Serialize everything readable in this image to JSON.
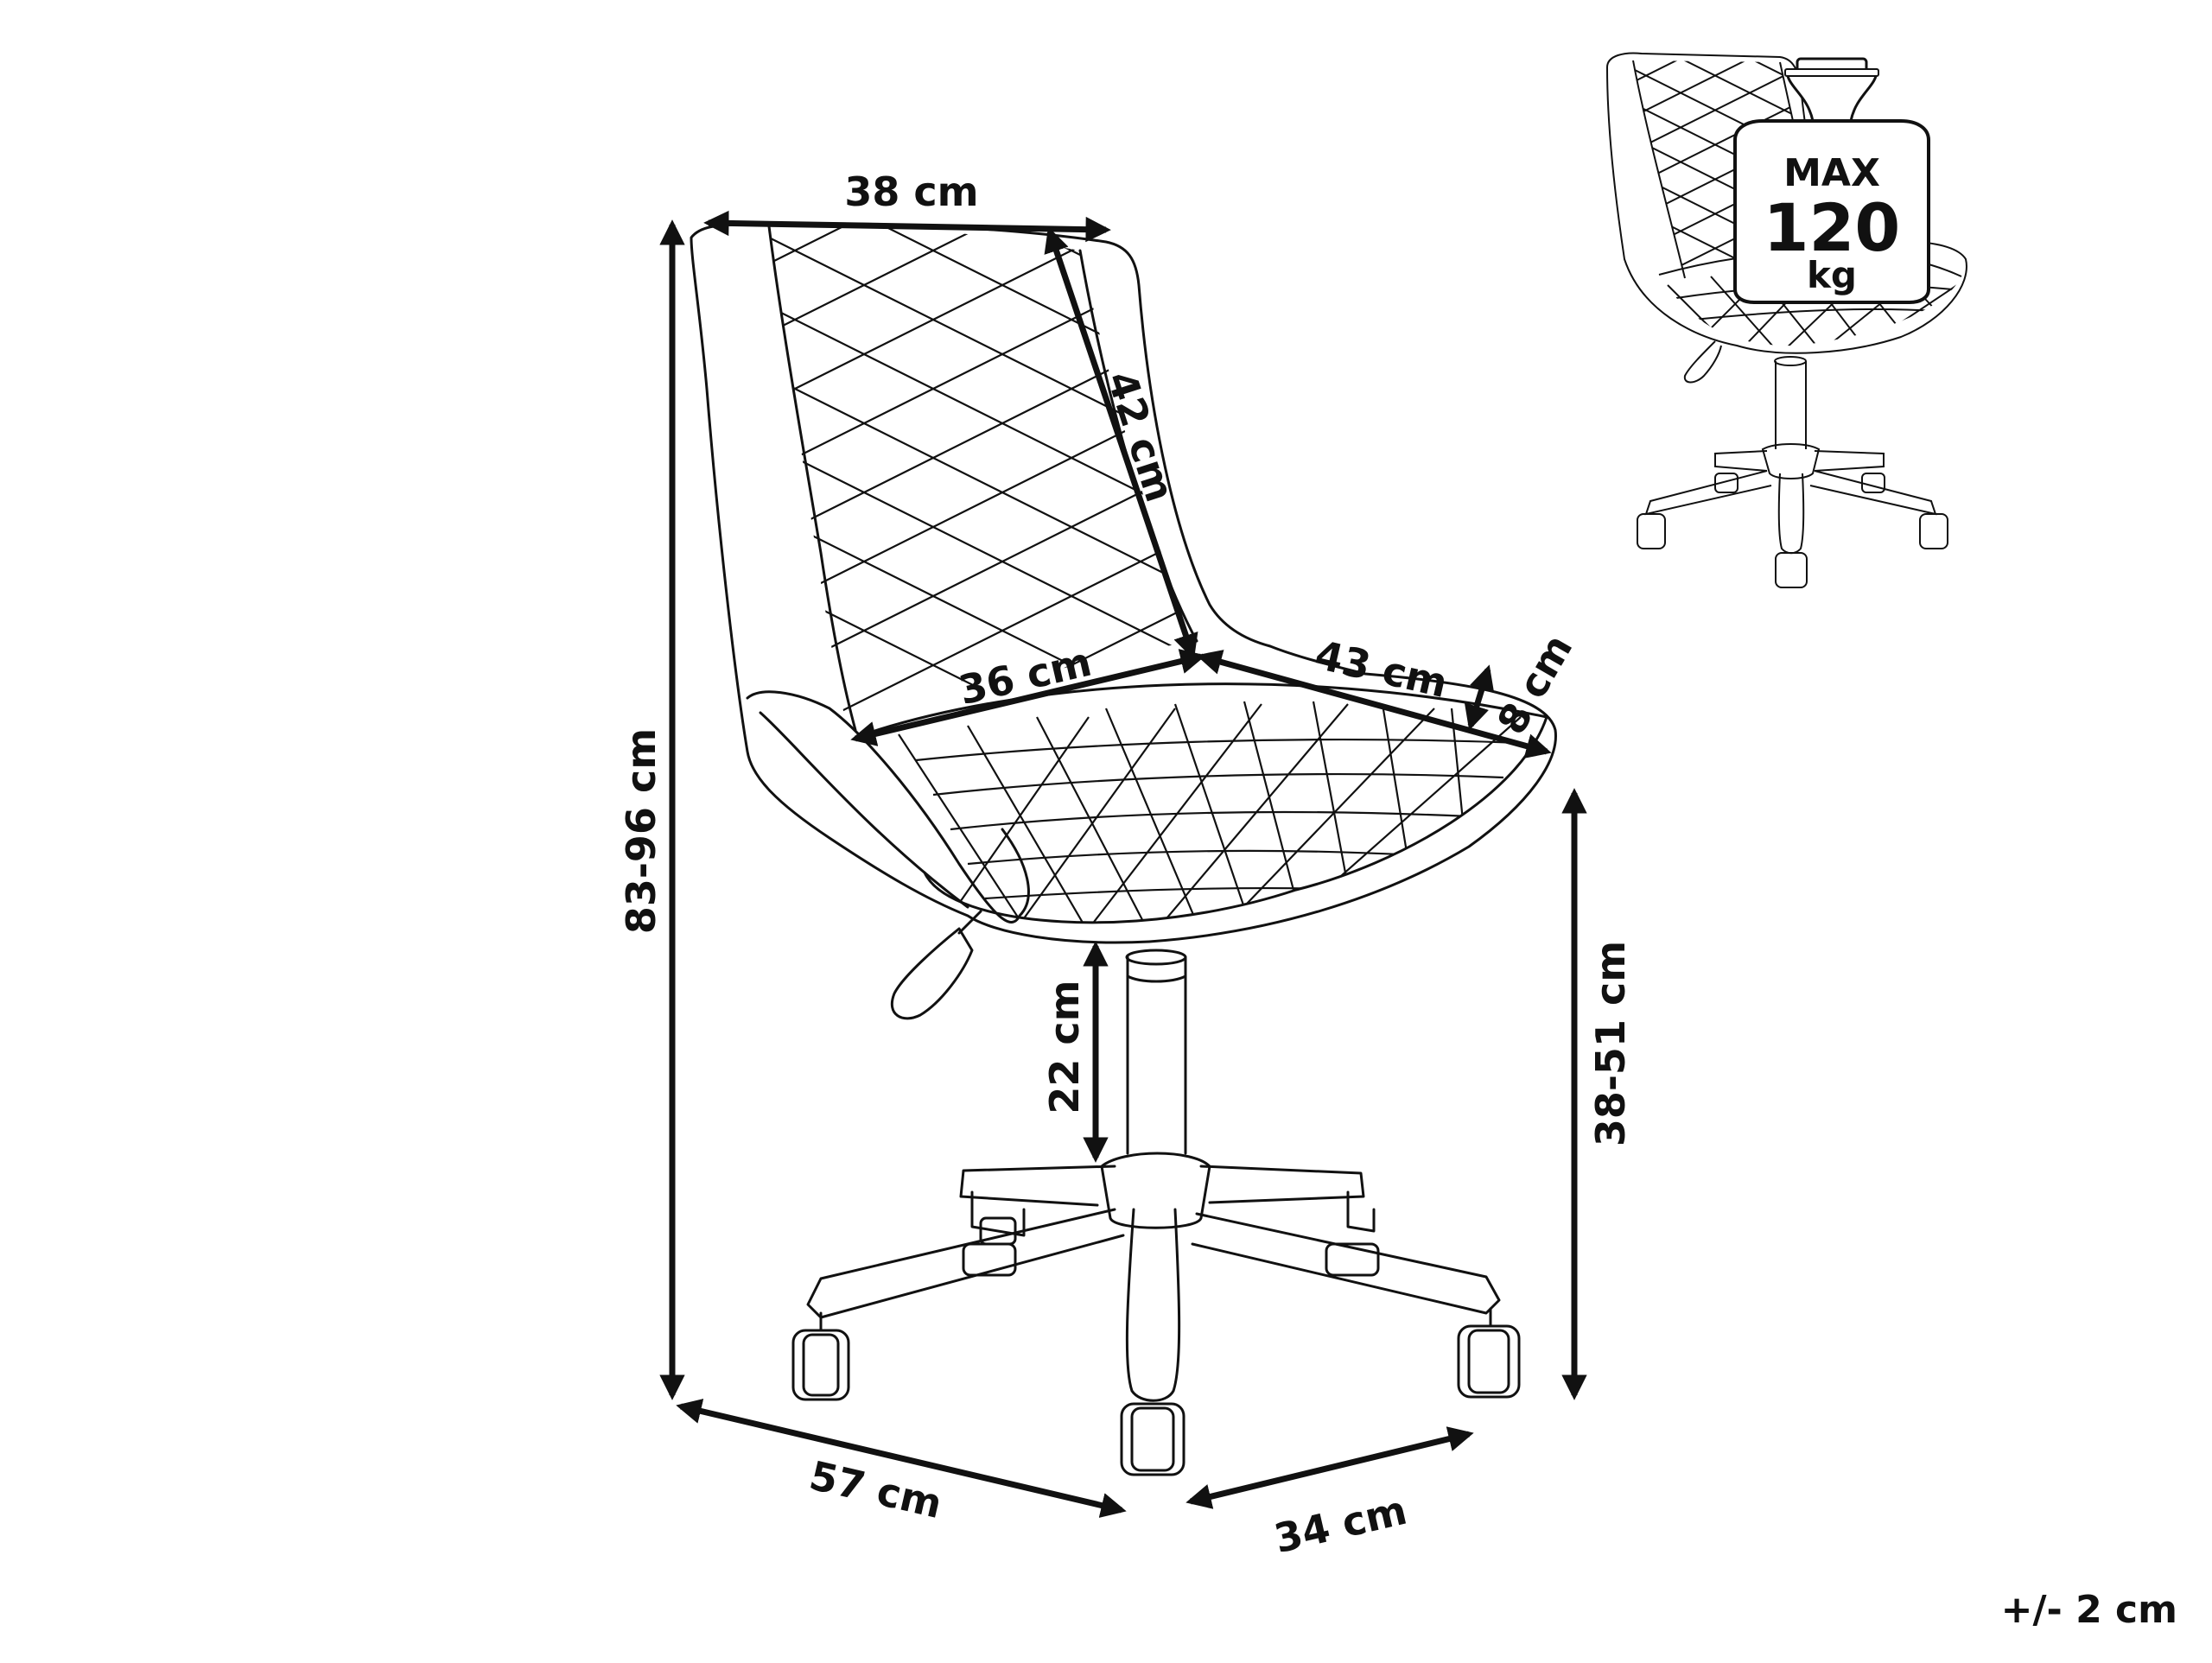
{
  "dimensions": {
    "seat_width": "36 cm",
    "back_width": "38 cm",
    "back_height": "42 cm",
    "seat_depth": "43 cm",
    "seat_thickness": "8 cm",
    "total_height": "83-96 cm",
    "gas_lift": "22 cm",
    "seat_height": "38-51 cm",
    "base_width": "57 cm",
    "base_depth": "34 cm"
  },
  "load_badge": {
    "label_top": "MAX",
    "value": "120",
    "unit": "kg"
  },
  "tolerance": "+/- 2 cm",
  "colors": {
    "line": "#111111",
    "background": "#ffffff"
  }
}
